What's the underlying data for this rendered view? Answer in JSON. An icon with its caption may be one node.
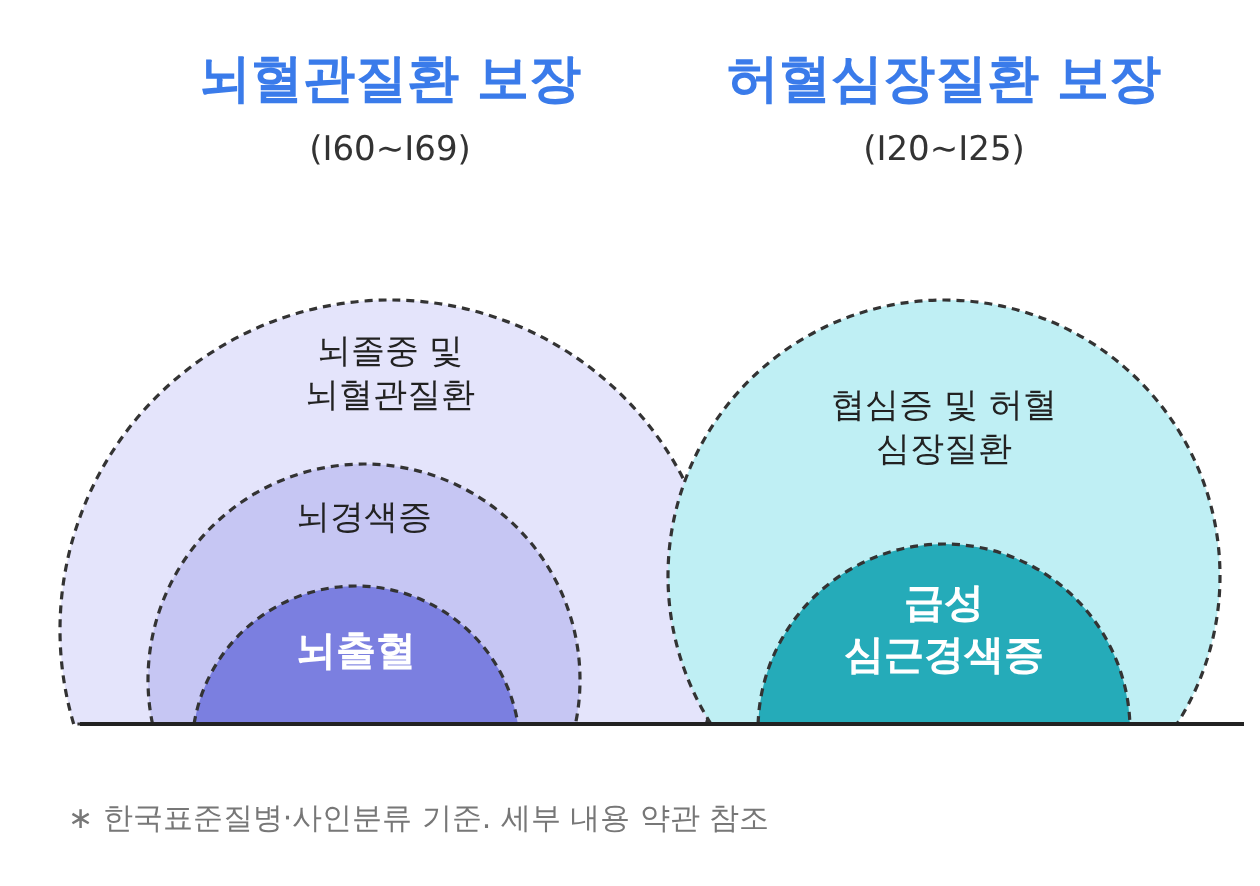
{
  "diagram": {
    "nodes": [
      {
        "text": [
          "뇌혈관질환 보장",
          "(I60~I69)",
          "뇌졸중 및 뇌혈관질환"
        ]
      },
      {
        "text": [
          "뇌경색증"
        ],
        "in": 0
      },
      {
        "text": [
          "뇌출혈"
        ],
        "in": 1
      },
      {
        "text": [
          "허혈심장질환 보장",
          "(I20~I25)",
          "협심증 및 허혈 심장질환"
        ]
      },
      {
        "text": [
          "급성 심근경색증"
        ],
        "in": 3
      }
    ],
    "labels": [
      "∗ 한국표준질병·사인분류 기준. 세부 내용 약관 참조"
    ]
  }
}
